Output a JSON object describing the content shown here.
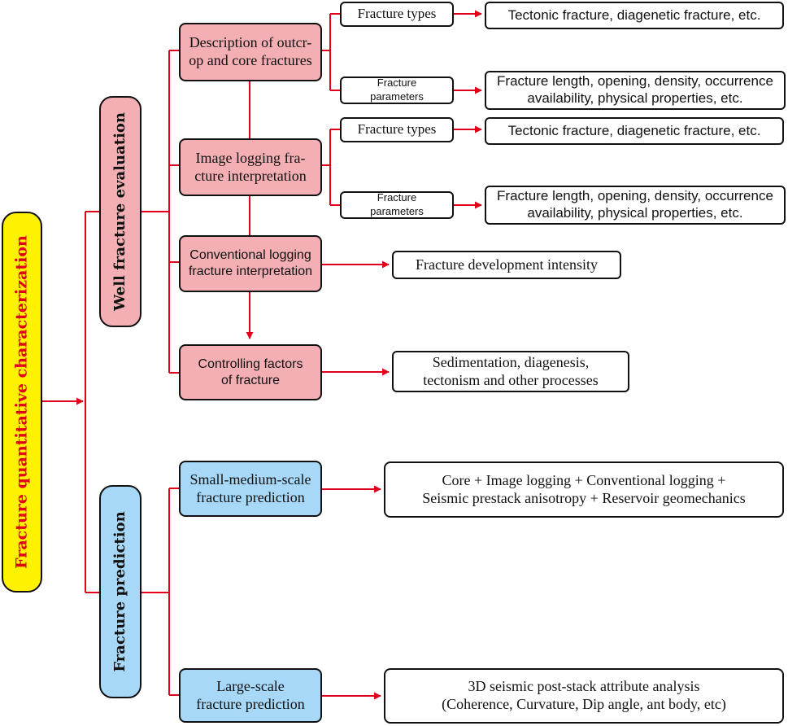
{
  "root": {
    "label": "Fracture quantitative characterization"
  },
  "well": {
    "label": "Well fracture evaluation",
    "outcrop": {
      "label": "Description of outcr-\nop and core fractures",
      "types_label": "Fracture types",
      "types_detail": "Tectonic fracture, diagenetic fracture, etc.",
      "params_label": "Fracture\nparameters",
      "params_detail": "Fracture length, opening, density, occurrence\navailability, physical properties, etc."
    },
    "image": {
      "label": "Image logging fra-\ncture interpretation",
      "types_label": "Fracture types",
      "types_detail": "Tectonic fracture, diagenetic fracture, etc.",
      "params_label": "Fracture\nparameters",
      "params_detail": "Fracture length, opening, density, occurrence\navailability, physical properties, etc."
    },
    "conventional": {
      "label": "Conventional logging\nfracture interpretation",
      "detail": "Fracture development intensity"
    },
    "controlling": {
      "label": "Controlling factors\nof fracture",
      "detail": "Sedimentation, diagenesis,\ntectonism and other processes"
    }
  },
  "prediction": {
    "label": "Fracture prediction",
    "small": {
      "label": "Small-medium-scale\nfracture prediction",
      "detail": "Core + Image logging + Conventional logging +\nSeismic prestack anisotropy + Reservoir geomechanics"
    },
    "large": {
      "label": "Large-scale\nfracture prediction",
      "detail": "3D seismic post-stack attribute analysis\n(Coherence, Curvature, Dip angle, ant body, etc)"
    }
  },
  "colors": {
    "connector": "#e0001b",
    "root_fill": "#fff200",
    "root_text": "#e0001b",
    "well_fill": "#f3afb3",
    "prediction_fill": "#a7d8f7",
    "outline": "#111111"
  }
}
